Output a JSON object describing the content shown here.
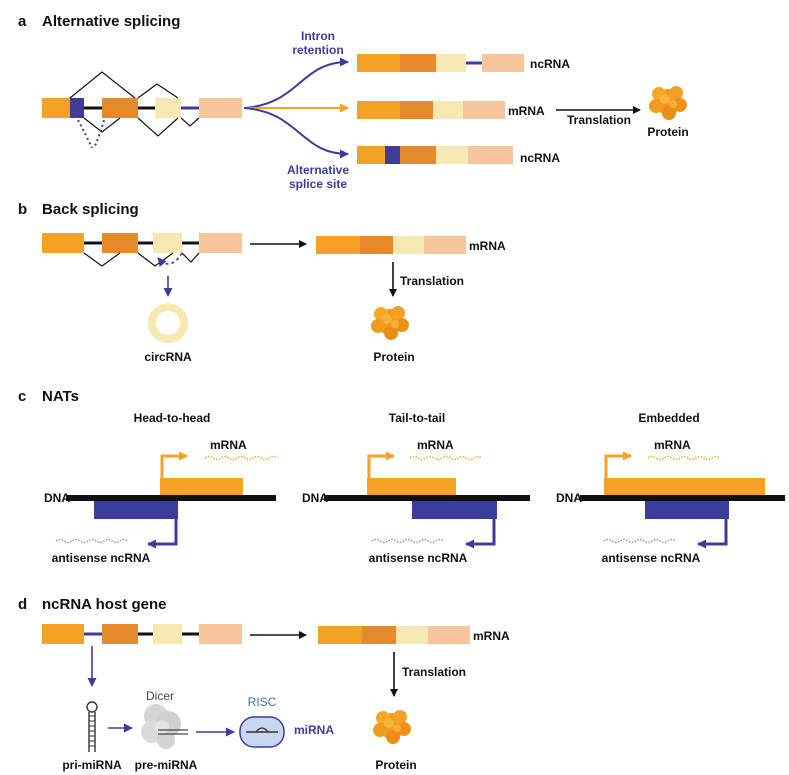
{
  "colors": {
    "exon1": "#f5a125",
    "exon2": "#e58a2b",
    "exon3": "#f6e8b1",
    "exon4": "#f6c59b",
    "intron_retained": "#3f3d99",
    "navy": "#3b3d9a",
    "black": "#111111",
    "protein": "#f39a1e"
  },
  "panel_a": {
    "letter": "a",
    "title": "Alternative splicing",
    "intron_retention": [
      "Intron",
      "retention"
    ],
    "alt_splice": [
      "Alternative",
      "splice site"
    ],
    "ncrna_top": "ncRNA",
    "mrna": "mRNA",
    "ncrna_bottom": "ncRNA",
    "translation": "Translation",
    "protein": "Protein"
  },
  "panel_b": {
    "letter": "b",
    "title": "Back splicing",
    "mrna": "mRNA",
    "translation": "Translation",
    "circrna": "circRNA",
    "protein": "Protein"
  },
  "panel_c": {
    "letter": "c",
    "title": "NATs",
    "columns": [
      {
        "heading": "Head-to-head",
        "mrna": "mRNA",
        "dna": "DNA",
        "antisense": "antisense ncRNA"
      },
      {
        "heading": "Tail-to-tail",
        "mrna": "mRNA",
        "dna": "DNA",
        "antisense": "antisense ncRNA"
      },
      {
        "heading": "Embedded",
        "mrna": "mRNA",
        "dna": "DNA",
        "antisense": "antisense ncRNA"
      }
    ]
  },
  "panel_d": {
    "letter": "d",
    "title": "ncRNA host gene",
    "mrna": "mRNA",
    "translation": "Translation",
    "protein": "Protein",
    "dicer": "Dicer",
    "risc": "RISC",
    "mirna": "miRNA",
    "pri_mirna": "pri-miRNA",
    "pre_mirna": "pre-miRNA"
  }
}
